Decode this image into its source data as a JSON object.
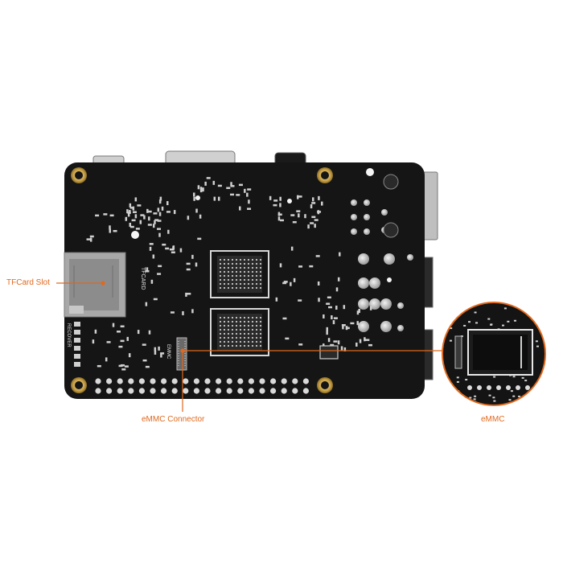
{
  "callouts": {
    "tfcard_slot": "TFCard Slot",
    "emmc_connector": "eMMC Connector",
    "emmc": "eMMC"
  },
  "silkscreen": {
    "tfcard": "TFCARD",
    "recovery": "RECOVER",
    "emmc_small": "EMMC"
  },
  "colors": {
    "accent": "#e0691e",
    "board": "#141414",
    "gold": "#c9a24a"
  }
}
